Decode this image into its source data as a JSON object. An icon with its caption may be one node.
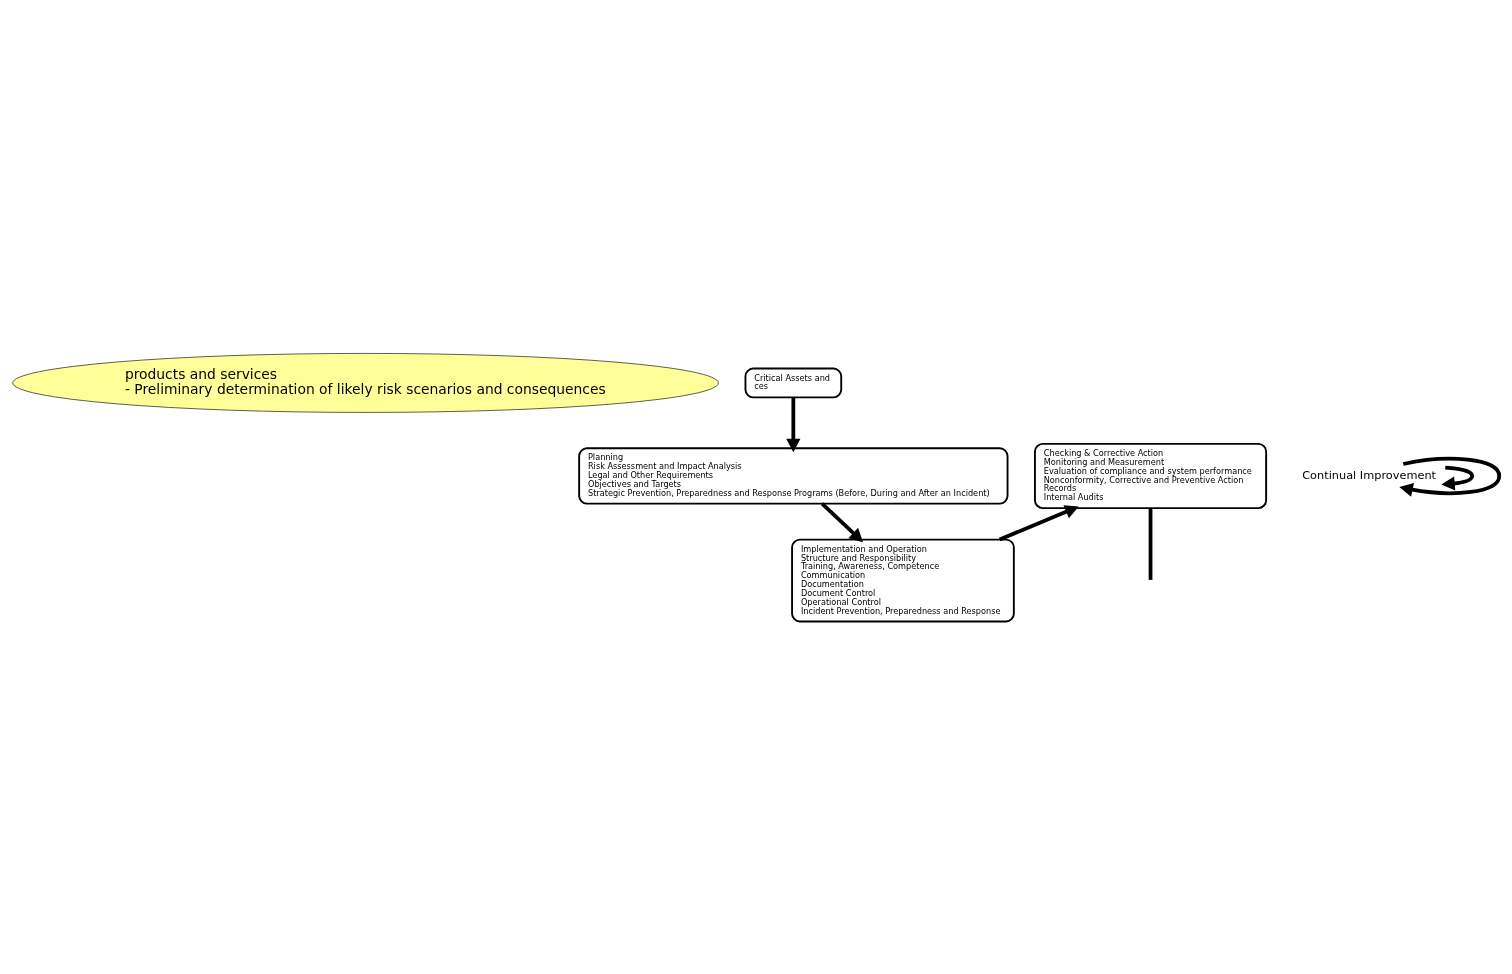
{
  "diagram": {
    "nodes": [
      {
        "text": [
          "products and services",
          "- Preliminary determination of likely risk scenarios and consequences"
        ]
      },
      {
        "text": [
          "Critical Assets and",
          "ces"
        ]
      },
      {
        "text": [
          "Planning",
          "Risk Assessment and Impact Analysis",
          "Legal and Other Requirements",
          "Objectives and Targets",
          "Strategic Prevention, Preparedness and Response Programs (Before, During and After an Incident)"
        ]
      },
      {
        "text": [
          "Implementation and Operation",
          "Structure and Responsibility",
          "Training, Awareness, Competence",
          "Communication",
          "Documentation",
          "Document Control",
          "Operational Control",
          "Incident Prevention, Preparedness and Response"
        ]
      },
      {
        "text": [
          "Checking & Corrective Action",
          "Monitoring and Measurement",
          "Evaluation of compliance and system performance",
          "Nonconformity, Corrective and Preventive Action",
          "Records",
          "Internal Audits"
        ]
      },
      {
        "text": [
          "Continual Improvement"
        ]
      }
    ],
    "edges": [
      {
        "from": 1,
        "to": 2,
        "arrow": "to"
      },
      {
        "from": 2,
        "to": 3,
        "arrow": "to"
      },
      {
        "from": 3,
        "to": 4,
        "arrow": "to"
      },
      {
        "from": 4,
        "to": null,
        "arrow": "none"
      },
      {
        "from": 5,
        "to": 5,
        "arrow": "to"
      },
      {
        "from": 5,
        "to": 5,
        "arrow": "to"
      }
    ]
  }
}
